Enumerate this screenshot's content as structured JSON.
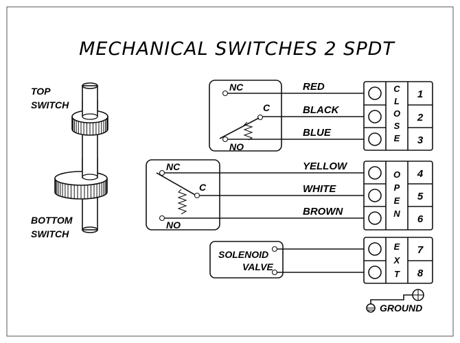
{
  "title": "MECHANICAL SWITCHES 2 SPDT",
  "shaft": {
    "top_label": [
      "TOP",
      "SWITCH"
    ],
    "bottom_label": [
      "BOTTOM",
      "SWITCH"
    ]
  },
  "switch_top": {
    "nc": "NC",
    "c": "C",
    "no": "NO"
  },
  "switch_bottom": {
    "nc": "NC",
    "c": "C",
    "no": "NO"
  },
  "solenoid": [
    "SOLENOID",
    "VALVE"
  ],
  "wires": {
    "red": "RED",
    "black": "BLACK",
    "blue": "BLUE",
    "yellow": "YELLOW",
    "white": "WHITE",
    "brown": "BROWN"
  },
  "terminals": [
    "1",
    "2",
    "3",
    "4",
    "5",
    "6",
    "7",
    "8"
  ],
  "groups": {
    "close": [
      "C",
      "L",
      "O",
      "S",
      "E"
    ],
    "open": [
      "O",
      "P",
      "E",
      "N"
    ],
    "ext": [
      "E",
      "X",
      "T"
    ]
  },
  "ground": "GROUND"
}
